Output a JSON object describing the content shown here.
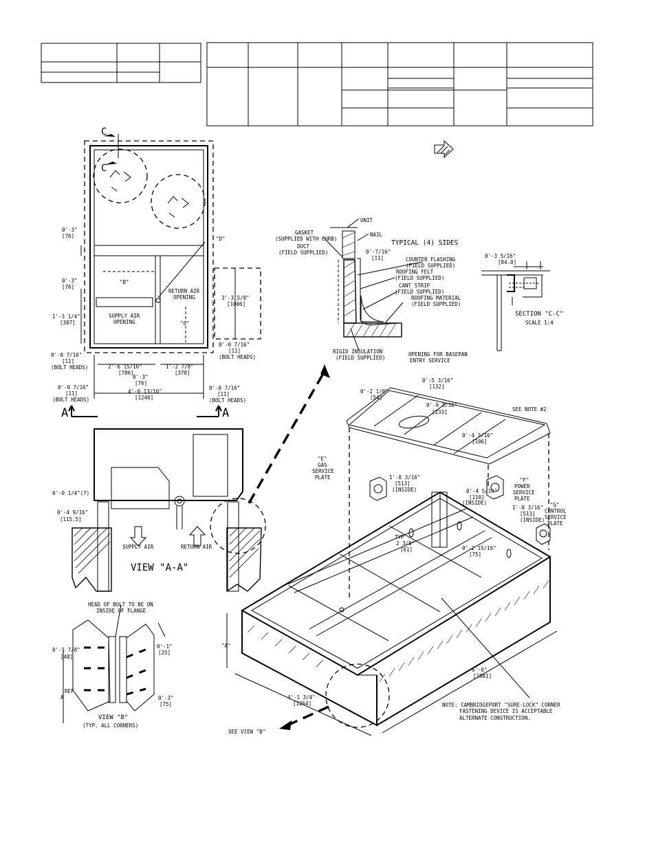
{
  "plan": {
    "section_cc_marker": "C",
    "view_aa_marker": "A",
    "labels": {
      "dim_0_3_a": "0'-3\"",
      "mm_76_a": "[76]",
      "dim_0_3_b": "0'-3\"",
      "mm_76_b": "[76]",
      "dim_1_3_1_4": "1'-3 1/4\"",
      "mm_387": "[387]",
      "dim_0_0_7_16_left": "0'-0 7/16\"",
      "mm_11_left": "[11]",
      "bolt_heads_left": "(BOLT HEADS)",
      "dim_0_0_7_16_left2": "0'-0 7/16\"",
      "mm_11_left2": "[11]",
      "bolt_heads_left2": "(BOLT HEADS)",
      "dim_0_0_7_16_right": "0'-0 7/16\"",
      "mm_11_right": "[11]",
      "bolt_heads_right": "(BOLT HEADS)",
      "dim_0_0_7_16_right2": "0'-0 7/16\"",
      "mm_11_right2": "[11]",
      "bolt_heads_right2": "(BOLT HEADS)",
      "dim_2_6": "2'-6 15/16\"",
      "mm_786": "[786]",
      "dim_1_2": "1'-2 7/8\"",
      "mm_378": "[378]",
      "dim_0_3_c": "0'-3\"",
      "mm_76_c": "[76]",
      "dim_4_0": "4'-0 13/16\"",
      "mm_1240": "[1240]",
      "dim_3_3": "3'-3 5/8\"",
      "mm_1006": "[1006]",
      "label_b": "\"B\"",
      "label_c": "\"C\"",
      "label_d": "\"D\"",
      "return_air_1": "RETURN AIR",
      "return_air_2": "OPENING",
      "supply_air_1": "SUPPLY AIR",
      "supply_air_2": "OPENING"
    }
  },
  "view_aa": {
    "title": "VIEW \"A-A\"",
    "dim_0_0_1_4": "0'-0 1/4\"(7)",
    "dim_0_4": "0'-4 9/16\"",
    "mm_115": "[115.5]",
    "supply_air": "SUPPLY AIR",
    "return_air": "RETURN AIR"
  },
  "curb_detail": {
    "unit": "UNIT",
    "nail": "NAIL",
    "gasket_1": "GASKET",
    "gasket_2": "(SUPPLIED WITH CURB)",
    "duct_1": "DUCT",
    "duct_2": "(FIELD SUPPLIED)",
    "typical": "TYPICAL (4) SIDES",
    "dim": "0'-7/16\"",
    "mm": "[11]",
    "counter_1": "COUNTER FLASHING",
    "counter_2": "(FIELD SUPPLIED)",
    "felt_1": "ROOFING FELT",
    "felt_2": "(FIELD SUPPLIED)",
    "cant_1": "CANT STRIP",
    "cant_2": "(FIELD SUPPLIED)",
    "material_1": "ROOFING MATERIAL",
    "material_2": "(FIELD SUPPLIED)",
    "rigid_1": "RIGID INSULATION",
    "rigid_2": "(FIELD SUPPLIED)"
  },
  "section_cc": {
    "dim": "0'-3 5/16\"",
    "mm": "[84.0]",
    "title": "SECTION \"C-C\"",
    "scale": "SCALE 1:4"
  },
  "iso": {
    "opening_1": "OPENING FOR BASEPAN",
    "opening_2": "ENTRY SERVICE",
    "dim_0_2_1_8": "0'-2 1/8\"",
    "mm_54": "[54]",
    "dim_0_5": "0'-5 3/16\"",
    "mm_132": "[132]",
    "dim_0_9": "0'-9 3/16\"",
    "mm_233": "[233]",
    "see_note": "SEE NOTE #2",
    "dim_0_4_3_16": "0'-4 3/16\"",
    "mm_106": "[106]",
    "e_label": "\"E\"",
    "e_1": "GAS",
    "e_2": "SERVICE",
    "e_3": "PLATE",
    "dim_1_8_a": "1'-8 3/16\"",
    "mm_513_a": "[513]",
    "inside_a": "(INSIDE)",
    "dim_0_4_5_16": "0'-4 5/16\"",
    "mm_110": "[110]",
    "inside_b": "(INSIDE)",
    "f_label": "\"F\"",
    "f_1": "POWER",
    "f_2": "SERVICE",
    "f_3": "PLATE",
    "dim_1_8_b": "1'-8 3/16\"",
    "mm_513_b": "[513]",
    "inside_c": "(INSIDE)",
    "g_label": "\"G\"",
    "g_1": "CONTROL",
    "g_2": "SERVICE",
    "g_3": "PLATE",
    "typ": "TYP",
    "dim_2_3_8": "2 3/8\"",
    "mm_61": "[61]",
    "dim_0_2_15": "0'-2 15/16\"",
    "mm_75": "[75]",
    "label_a": "\"A\"",
    "dim_6_6": "6'-6\"",
    "mm_1981": "[1981]",
    "dim_4_1": "4'-1 3/4\"",
    "mm_1264": "[1264]",
    "note_1": "NOTE: CAMBRIDGEPORT \"SURE-LOCK\" CORNER",
    "note_2": "FASTENING DEVICE IS ACCEPTABLE",
    "note_3": "ALTERNATE CONSTRUCTION.",
    "see_view_b": "SEE VIEW \"B\""
  },
  "view_b": {
    "head_1": "HEAD OF BOLT TO BE ON",
    "head_2": "INSIDE OF FLANGE",
    "dim_0_1_7_8": "0'-1 7/8\"",
    "mm_48": "[48]",
    "dim_0_1": "0'-1\"",
    "mm_25": "[25]",
    "dim_0_3": "0'-3\"",
    "mm_75": "[75]",
    "ref": "REF",
    "a": "A",
    "title": "VIEW \"B\"",
    "subtitle": "(TYP. ALL CORNERS)"
  }
}
